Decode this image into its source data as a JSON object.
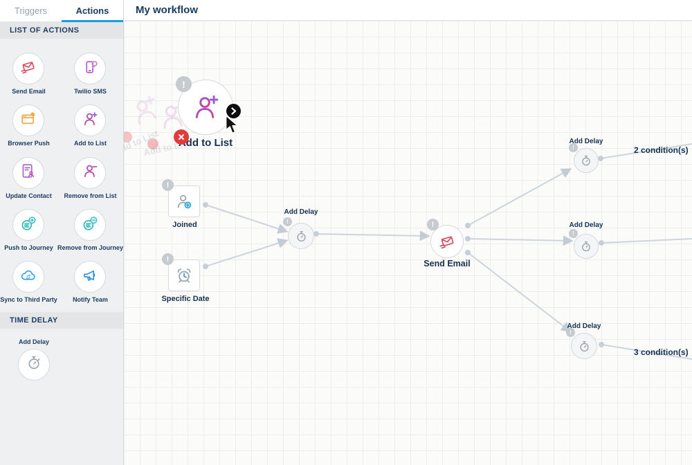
{
  "sidebar": {
    "tabs": [
      {
        "label": "Triggers",
        "active": false
      },
      {
        "label": "Actions",
        "active": true
      }
    ],
    "sections": [
      {
        "title": "LIST OF ACTIONS",
        "items": [
          {
            "label": "Send Email",
            "icon": "send-email-icon"
          },
          {
            "label": "Twilio SMS",
            "icon": "sms-phone-icon"
          },
          {
            "label": "Browser Push",
            "icon": "browser-bell-icon"
          },
          {
            "label": "Add to List",
            "icon": "person-plus-icon"
          },
          {
            "label": "Update Contact",
            "icon": "contact-document-icon"
          },
          {
            "label": "Remove from List",
            "icon": "person-minus-icon"
          },
          {
            "label": "Push to Journey",
            "icon": "journey-plus-icon"
          },
          {
            "label": "Remove from Journey",
            "icon": "journey-minus-icon"
          },
          {
            "label": "Sync to Third Party",
            "icon": "cloud-sync-icon"
          },
          {
            "label": "Notify Team",
            "icon": "megaphone-icon"
          }
        ]
      },
      {
        "title": "TIME DELAY",
        "items": [
          {
            "label": "Add Delay",
            "icon": "stopwatch-icon"
          }
        ]
      }
    ]
  },
  "header": {
    "title": "My workflow"
  },
  "canvas": {
    "nodes": {
      "add_to_list": {
        "label": "Add to List",
        "icon": "person-plus-icon"
      },
      "joined": {
        "label": "Joined",
        "icon": "person-joined-icon"
      },
      "specific_date": {
        "label": "Specific Date",
        "icon": "alarm-clock-icon"
      },
      "delay_center": {
        "label": "Add Delay",
        "icon": "stopwatch-icon"
      },
      "send_email": {
        "label": "Send Email",
        "icon": "send-email-icon"
      },
      "delay_top": {
        "label": "Add Delay",
        "icon": "stopwatch-icon"
      },
      "delay_middle": {
        "label": "Add Delay",
        "icon": "stopwatch-icon"
      },
      "delay_bottom": {
        "label": "Add Delay",
        "icon": "stopwatch-icon"
      }
    },
    "edge_labels": {
      "top": "2 condition(s)",
      "bottom": "3 condition(s)"
    }
  },
  "glyphs": {
    "exclamation": "!"
  },
  "colors": {
    "accent_blue": "#1b9ce1",
    "navy": "#1d3a5e",
    "edge_gray": "#ccd5dd",
    "warning_badge": "#c6cbd0",
    "delete_red": "#e23b3c",
    "send_email_red": "#d84a5f",
    "magenta": "#c9459e",
    "teal": "#2ab5b6",
    "blue": "#2f9fe0",
    "orange": "#f2a43d"
  }
}
